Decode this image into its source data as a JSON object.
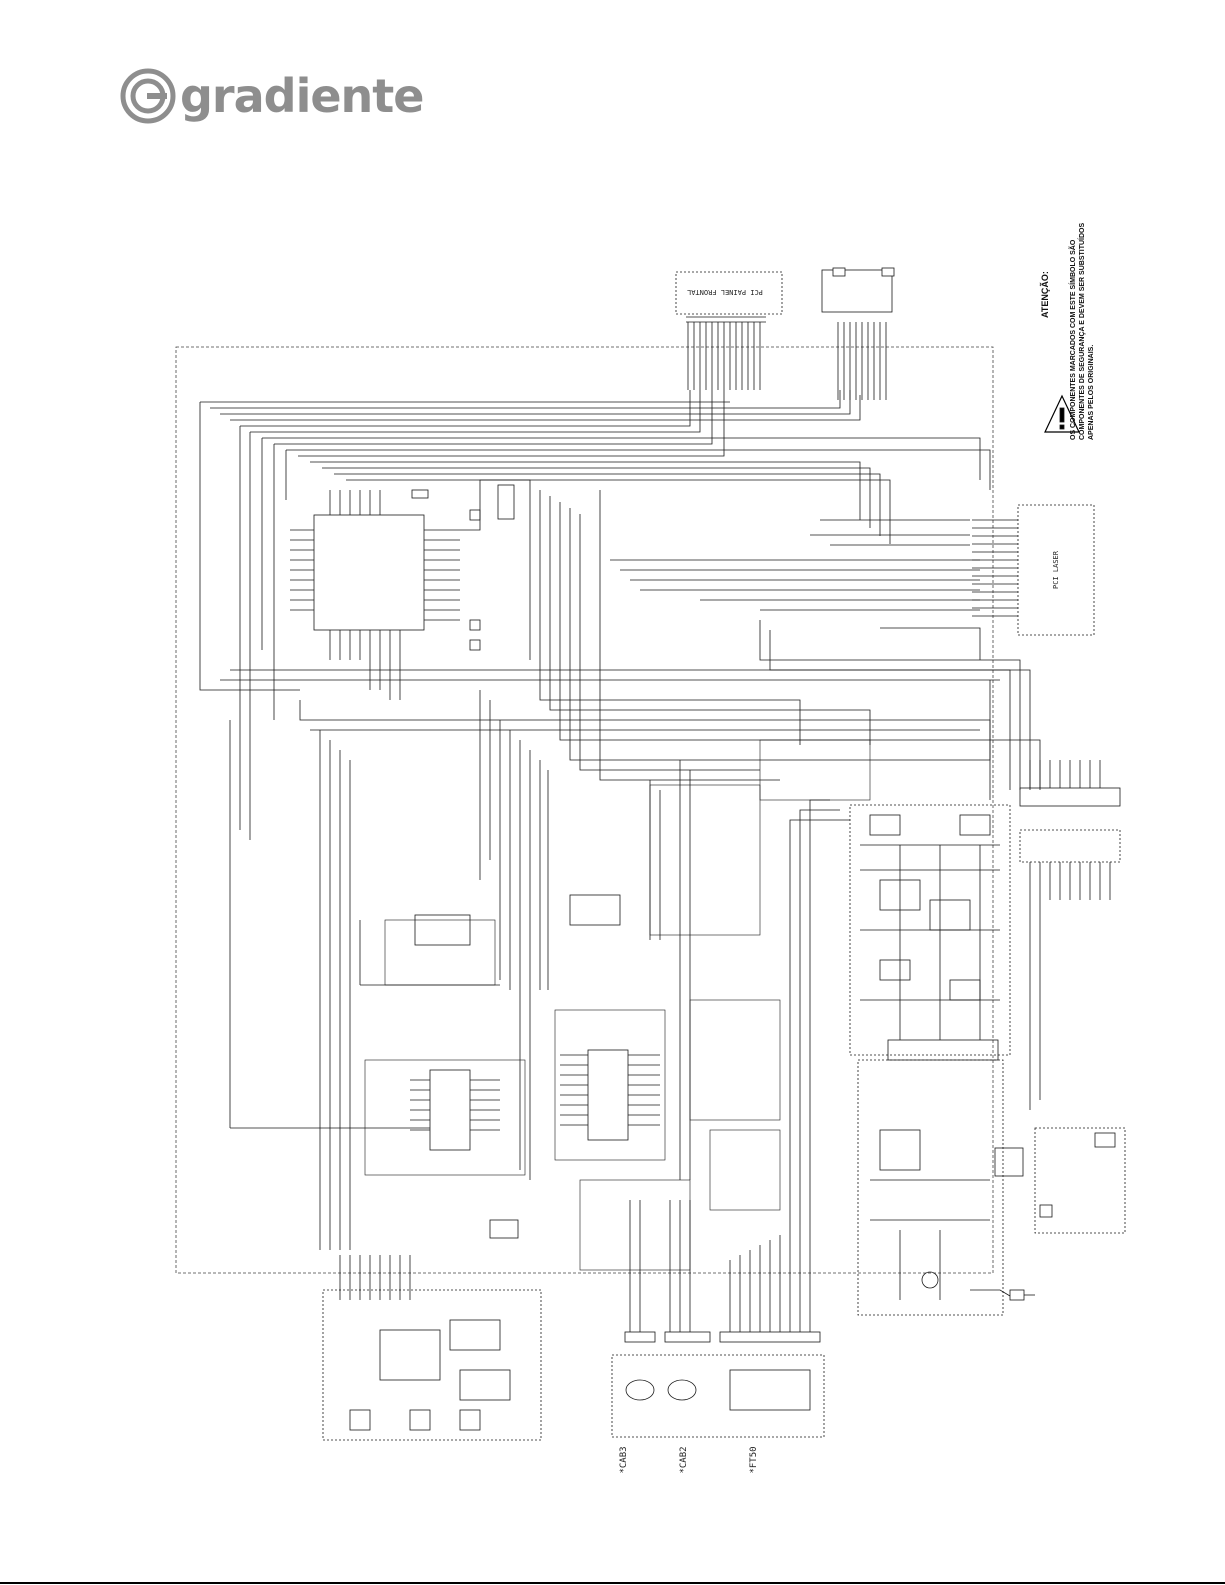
{
  "brand": {
    "name": "gradiente",
    "color": "#8e8e8e"
  },
  "boards": {
    "front_panel": "PCI PAINEL FRONTAL",
    "laser": "PCI LASER"
  },
  "warning": {
    "title": "ATENÇÃO:",
    "lines": [
      "OS COMPONENTES MARCADOS COM ESTE SÍMBOLO SÃO",
      "COMPONENTES DE SEGURANÇA E DEVEM SER SUBSTITUÍDOS",
      "APENAS PELOS ORIGINAIS."
    ]
  },
  "connectors": {
    "cab3": "*CAB3",
    "cab2": "*CAB2",
    "ft50": "*FT50"
  },
  "colors": {
    "line": "#1a1a1a",
    "dashed": "#444444"
  }
}
